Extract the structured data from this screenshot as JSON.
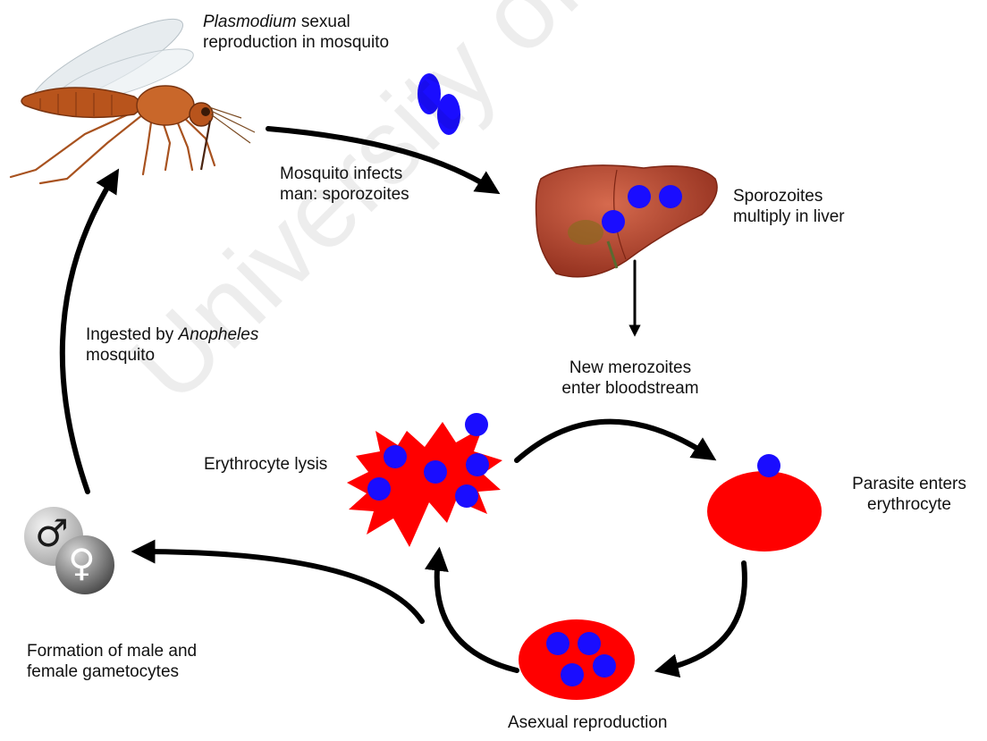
{
  "watermark": "University of Cape Town",
  "labels": {
    "plasmodium_italic": "Plasmodium",
    "plasmodium_rest": " sexual",
    "plasmodium_line2": "reproduction in mosquito",
    "mosquito_infects_1": "Mosquito infects",
    "mosquito_infects_2": "man: sporozoites",
    "sporozoites_1": "Sporozoites",
    "sporozoites_2": "multiply in liver",
    "ingested_1": "Ingested by ",
    "ingested_italic": "Anopheles",
    "ingested_2": "mosquito",
    "merozoites_1": "New merozoites",
    "merozoites_2": "enter bloodstream",
    "lysis": "Erythrocyte lysis",
    "parasite_1": "Parasite enters",
    "parasite_2": "erythrocyte",
    "gametocytes_1": "Formation of male and",
    "gametocytes_2": "female gametocytes",
    "asexual": "Asexual reproduction"
  },
  "symbols": {
    "male": "♂",
    "female": "♀"
  },
  "colors": {
    "parasite": "#1a0dff",
    "erythrocyte": "#ff0000",
    "arrow": "#000000",
    "liver": "#b5432d"
  }
}
